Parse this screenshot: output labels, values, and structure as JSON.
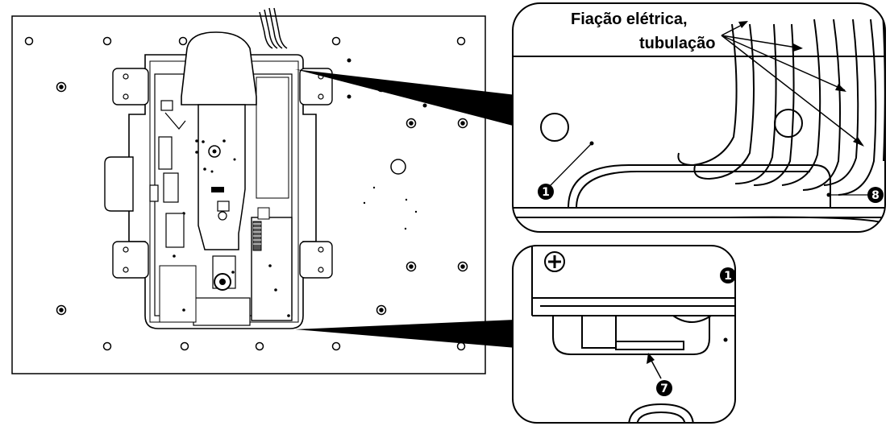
{
  "labels": {
    "wiring_line1": "Fiação elétrica,",
    "wiring_line2": "tubulação"
  },
  "callouts": {
    "one_top": "1",
    "eight": "8",
    "one_bottom": "1",
    "seven": "7"
  }
}
